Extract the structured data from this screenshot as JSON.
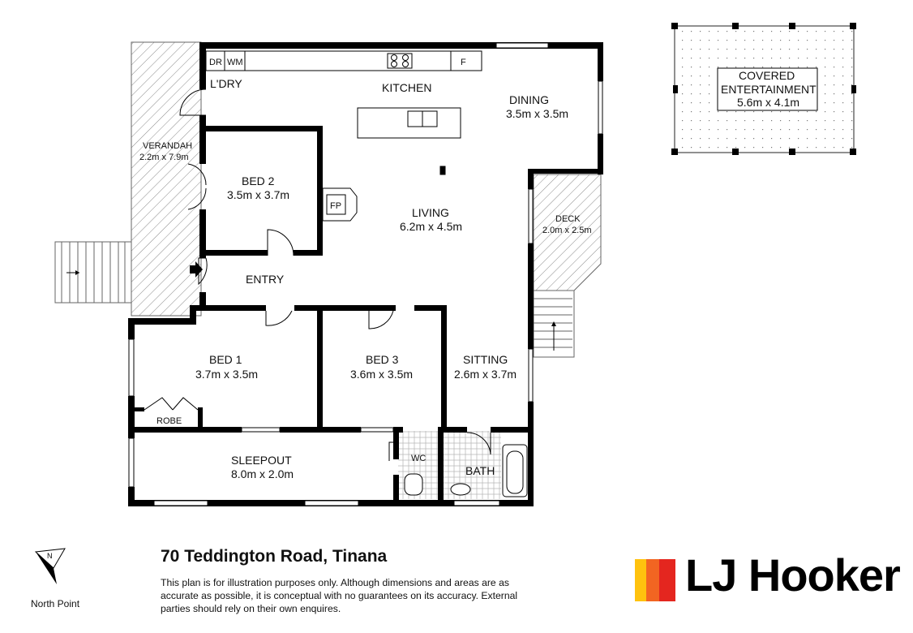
{
  "rooms": {
    "kitchen": "KITCHEN",
    "laundry": "L'DRY",
    "dr": "DR",
    "wm": "WM",
    "fridge": "F",
    "dining_name": "DINING",
    "dining_size": "3.5m x 3.5m",
    "verandah_name": "VERANDAH",
    "verandah_size": "2.2m x 7.9m",
    "bed2_name": "BED 2",
    "bed2_size": "3.5m x 3.7m",
    "fireplace": "FP",
    "living_name": "LIVING",
    "living_size": "6.2m x 4.5m",
    "deck_name": "DECK",
    "deck_size": "2.0m x 2.5m",
    "entry": "ENTRY",
    "bed1_name": "BED 1",
    "bed1_size": "3.7m x 3.5m",
    "bed3_name": "BED 3",
    "bed3_size": "3.6m x 3.5m",
    "sitting_name": "SITTING",
    "sitting_size": "2.6m x 3.7m",
    "robe": "ROBE",
    "sleepout_name": "SLEEPOUT",
    "sleepout_size": "8.0m x 2.0m",
    "wc": "WC",
    "bath": "BATH",
    "covered_line1": "COVERED",
    "covered_line2": "ENTERTAINMENT",
    "covered_size": "5.6m x 4.1m"
  },
  "footer": {
    "address": "70 Teddington Road, Tinana",
    "disclaimer": "This plan is for illustration purposes only.  Although dimensions and areas are as accurate as possible, it is conceptual with no guarantees on its accuracy. External parties should rely on their own enquires.",
    "north_label": "North Point",
    "north_letter": "N",
    "brand": "LJ Hooker"
  },
  "colors": {
    "wall": "#000000",
    "hatch": "#8a8a8a",
    "brand_red": "#e4261f",
    "brand_orange": "#f26522",
    "brand_yellow": "#ffc20e"
  }
}
